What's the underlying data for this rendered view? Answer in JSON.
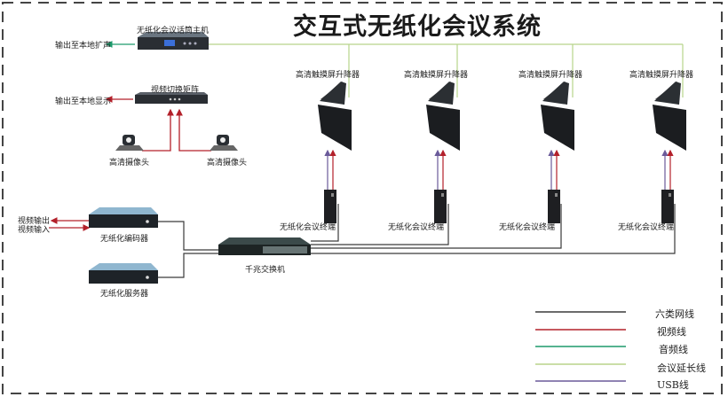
{
  "title": "交互式无纸化会议系统",
  "colors": {
    "network": "#3a3a3a",
    "video": "#b3202a",
    "audio": "#1d9a6c",
    "extension": "#b8d48a",
    "usb": "#6a5a9a"
  },
  "devices": {
    "audio_host": "无纸化会议话筒主机",
    "video_matrix": "视频切换矩阵",
    "camera_left": "高清摄像头",
    "camera_right": "高清摄像头",
    "encoder": "无纸化编码器",
    "server": "无纸化服务器",
    "switch": "千兆交换机",
    "lifters": [
      "高清触摸屏升降器",
      "高清触摸屏升降器",
      "高清触摸屏升降器",
      "高清触摸屏升降器"
    ],
    "terminals": [
      "无纸化会议终端",
      "无纸化会议终端",
      "无纸化会议终端",
      "无纸化会议终端"
    ]
  },
  "io_labels": {
    "audio_out": "输出至本地扩声",
    "display_out": "输出至本地显示",
    "video_out": "视频输出",
    "video_in": "视频输入"
  },
  "legend": [
    {
      "label": "六类网线",
      "color": "#3a3a3a"
    },
    {
      "label": "视频线",
      "color": "#b3202a"
    },
    {
      "label": "音频线",
      "color": "#1d9a6c"
    },
    {
      "label": "会议延长线",
      "color": "#b8d48a"
    },
    {
      "label": "USB线",
      "color": "#6a5a9a"
    }
  ]
}
